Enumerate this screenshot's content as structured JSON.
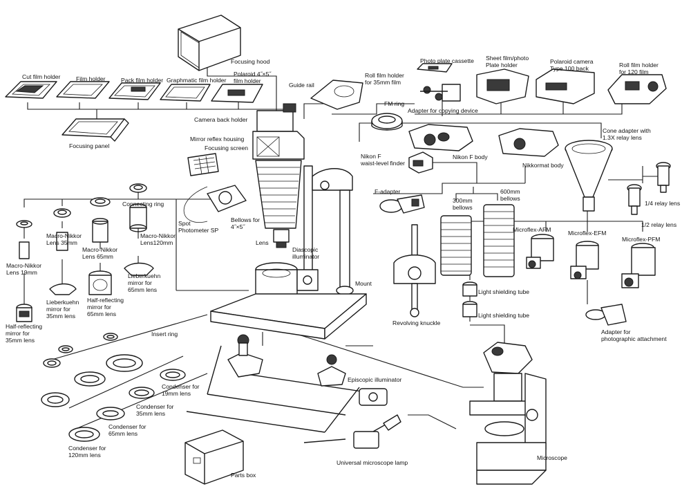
{
  "labels": {
    "focusing_hood": "Focusing hood",
    "cut_film_holder": "Cut film holder",
    "film_holder": "Film holder",
    "pack_film_holder": "Pack film holder",
    "graphmatic_film_holder": "Graphmatic film holder",
    "polaroid_4x5": "Polaroid 4˝×5˝\nfilm holder",
    "guide_rail": "Guide rail",
    "roll_35": "Roll film holder\nfor 35mm film",
    "photo_plate_cassette": "Photo plate cassette",
    "sheet_film_plate": "Sheet film/photo\nPlate holder",
    "polaroid_100": "Polaroid camera\nType 100 back",
    "roll_120": "Roll film holder\nfor 120 film",
    "fm_ring": "FM ring",
    "adapter_copying": "Adapter for copying device",
    "camera_back_holder": "Camera back holder",
    "cone_adapter": "Cone adapter with\n1.3X relay lens",
    "focusing_panel": "Focusing panel",
    "mirror_reflex_housing": "Mirror reflex housing",
    "focusing_screen": "Focusing screen",
    "nikon_f_finder": "Nikon F\nwaist-level finder",
    "nikon_f_body": "Nikon F body",
    "nikkormat_body": "Nikkormat body",
    "connecting_ring": "Connecting ring",
    "f_adapter": "F-adapter",
    "bellows_300": "300mm\nbellows",
    "bellows_600": "600mm\nbellows",
    "relay_14": "1/4 relay lens",
    "relay_12": "1/2 relay lens",
    "spot_photometer": "Spot\nPhotometer SP",
    "bellows_4x5": "Bellows for\n4˝×5˝",
    "macro_120": "Macro-Nikkor\nLens120mm",
    "lens": "Lens",
    "diascopic": "Diascopic\nilluminator",
    "macro_35": "Macro-Nikkor\nLens 35mm",
    "macro_65": "Macro-Nikkor\nLens 65mm",
    "microflex_afm": "Microflex-AFM",
    "microflex_efm": "Microflex-EFM",
    "microflex_pfm": "Microflex-PFM",
    "macro_19": "Macro-Nikkor\nLens 19mm",
    "lieberkuehn_65": "Lieberkuehn\nmirror for\n65mm lens",
    "half_65": "Half-reflecting\nmirror for\n65mm lens",
    "mount": "Mount",
    "light_tube_1": "Light shielding tube",
    "lieberkuehn_35": "Lieberkuehn\nmirror for\n35mm lens",
    "half_35": "Half-reflecting\nmirror for\n35mm lens",
    "revolving_knuckle": "Revolving knuckle",
    "light_tube_2": "Light shielding tube",
    "adapter_photo": "Adapter for\nphotographic attachment",
    "insert_ring": "Insert ring",
    "episcopic": "Episcopic illuminator",
    "condenser_19": "Condenser for\n19mm lens",
    "condenser_35": "Condenser for\n35mm lens",
    "condenser_65": "Condenser for\n65mm lens",
    "condenser_120": "Condenser for\n120mm lens",
    "microscope": "Microscope",
    "universal_lamp": "Universal microscope lamp",
    "parts_box": "Parts box"
  }
}
